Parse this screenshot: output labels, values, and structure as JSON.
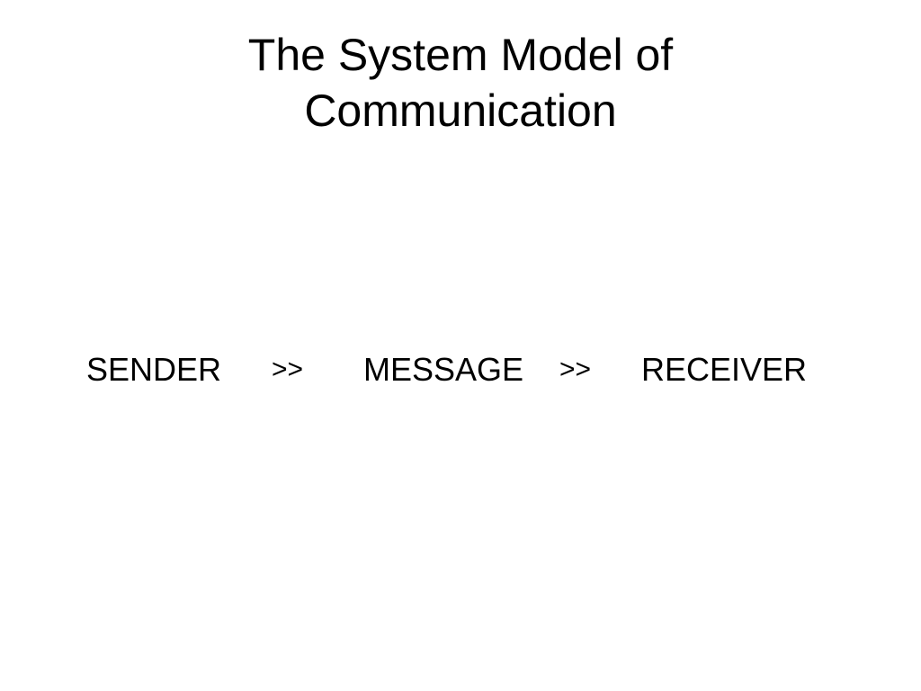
{
  "slide": {
    "title_line1": "The System Model of",
    "title_line2": "Communication",
    "flow": {
      "sender": "SENDER",
      "arrow1": ">>",
      "message": "MESSAGE",
      "arrow2": ">>",
      "receiver": "RECEIVER"
    }
  },
  "colors": {
    "background": "#ffffff",
    "text": "#000000"
  }
}
